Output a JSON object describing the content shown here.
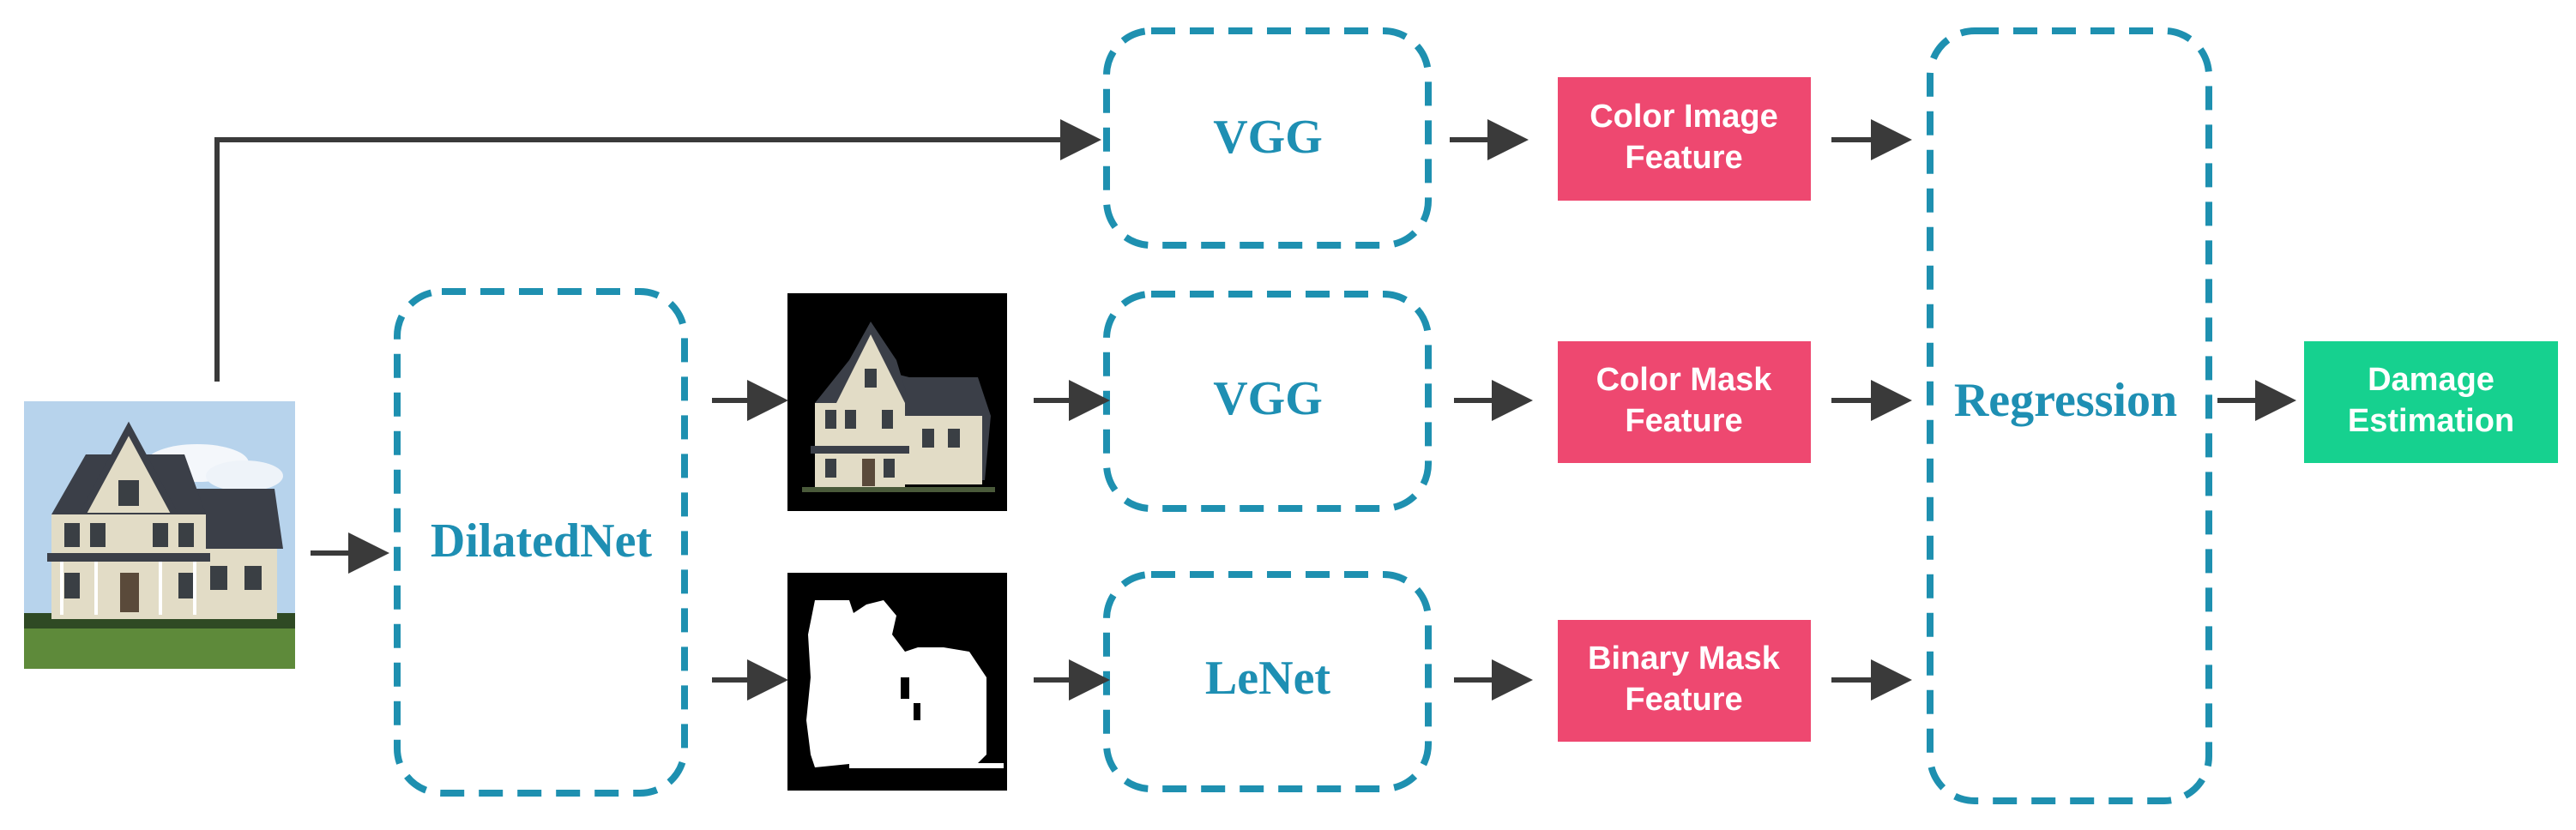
{
  "input_image": {
    "icon": "house-photo-icon",
    "sky_color": "#b7d3ec",
    "grass_color": "#5e8a3a",
    "siding_color": "#e2dcc6",
    "roof_color": "#3b3f48"
  },
  "color_mask_image": {
    "icon": "house-color-mask-icon",
    "background": "#000000"
  },
  "binary_mask_image": {
    "icon": "house-binary-mask-icon",
    "background": "#000000",
    "fill": "#ffffff"
  },
  "models": {
    "dilatednet": "DilatedNet",
    "vgg_top": "VGG",
    "vgg_middle": "VGG",
    "lenet": "LeNet",
    "regression": "Regression"
  },
  "features": {
    "color_image": [
      "Color Image",
      "Feature"
    ],
    "color_mask": [
      "Color Mask",
      "Feature"
    ],
    "binary_mask": [
      "Binary Mask",
      "Feature"
    ]
  },
  "output": [
    "Damage",
    "Estimation"
  ],
  "colors": {
    "model_outline": "#1e90b0",
    "model_text": "#1e8fb3",
    "feature_fill": "#ee4870",
    "output_fill": "#16d18f",
    "arrow": "#3a3a3a"
  }
}
